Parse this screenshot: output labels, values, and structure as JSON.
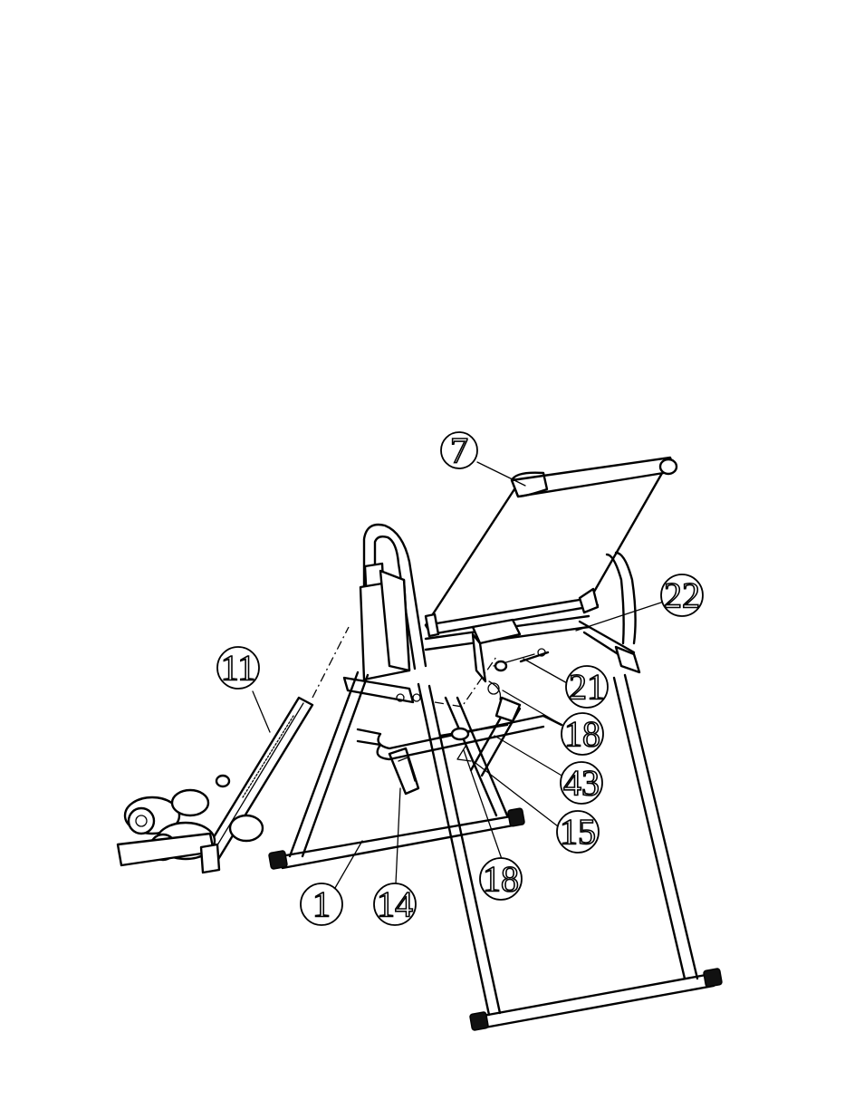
{
  "diagram": {
    "callouts": [
      {
        "id": "c7",
        "label": "7"
      },
      {
        "id": "c22",
        "label": "22"
      },
      {
        "id": "c11",
        "label": "11"
      },
      {
        "id": "c21",
        "label": "21"
      },
      {
        "id": "c18a",
        "label": "18"
      },
      {
        "id": "c43",
        "label": "43"
      },
      {
        "id": "c15",
        "label": "15"
      },
      {
        "id": "c18b",
        "label": "18"
      },
      {
        "id": "c1",
        "label": "1"
      },
      {
        "id": "c14",
        "label": "14"
      }
    ]
  }
}
